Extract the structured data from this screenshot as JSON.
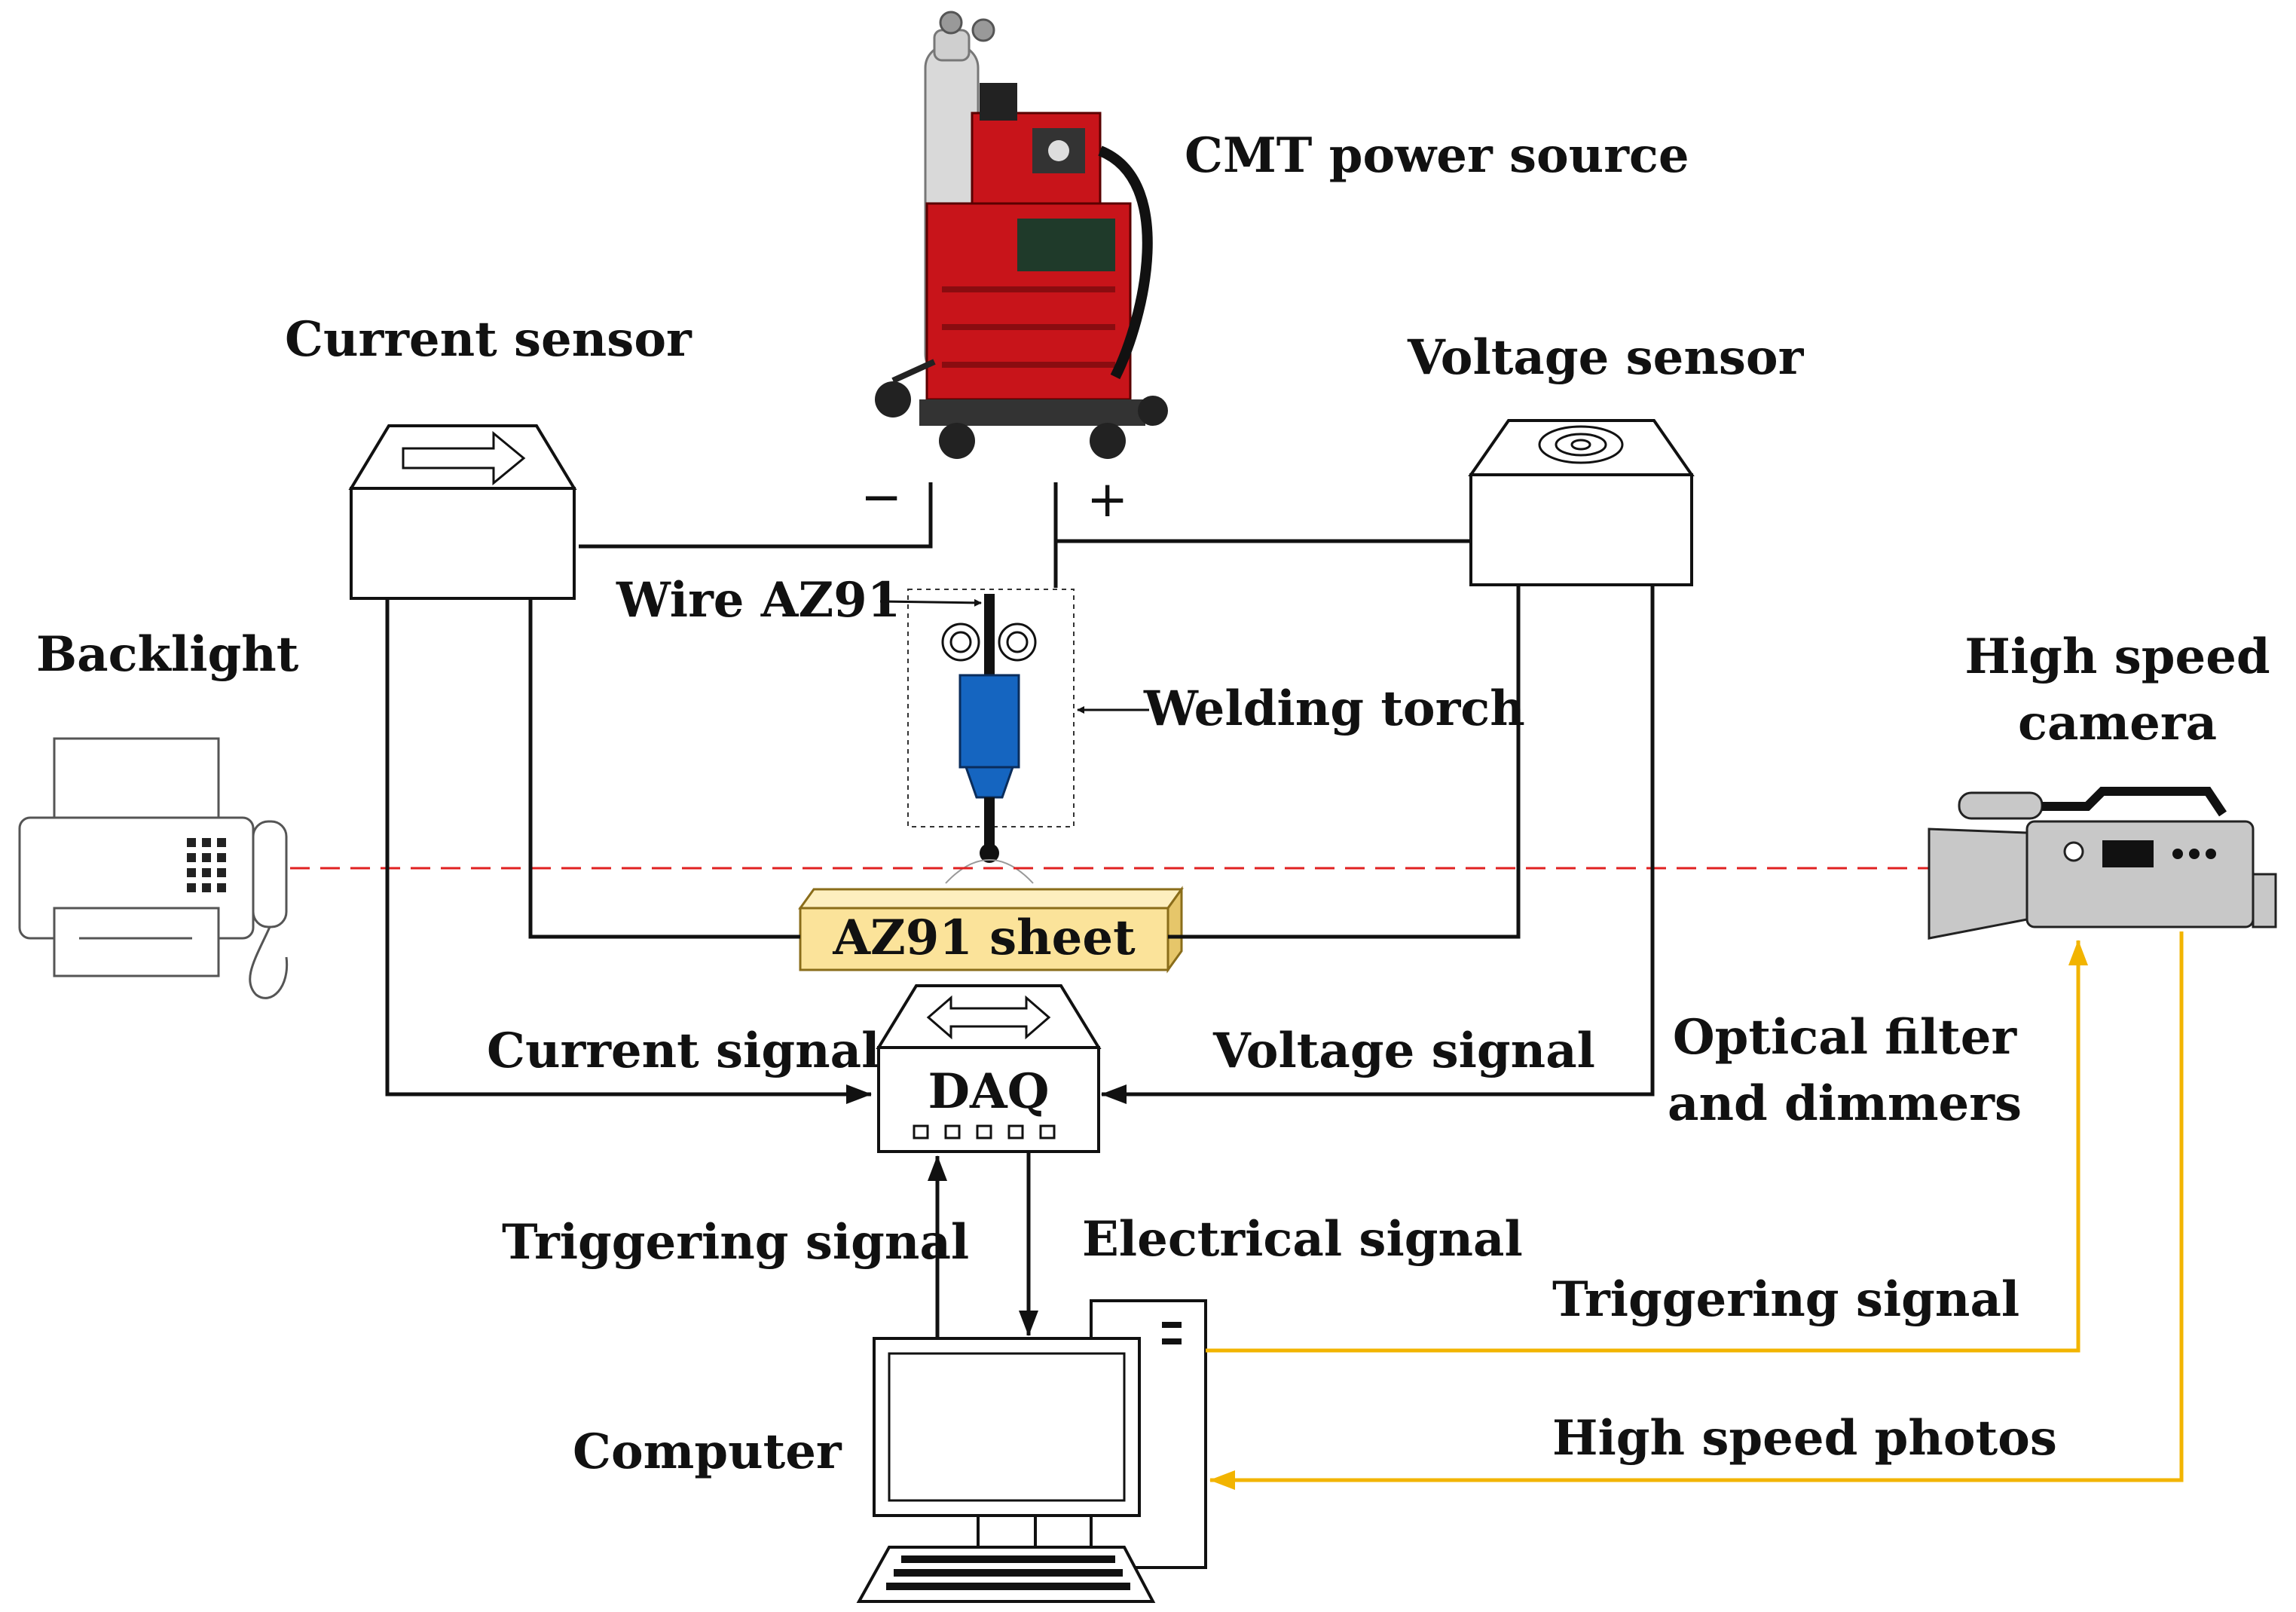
{
  "labels": {
    "cmt_power_source": "CMT power source",
    "current_sensor": "Current sensor",
    "voltage_sensor": "Voltage sensor",
    "minus": "−",
    "plus": "+",
    "wire": "Wire AZ91",
    "welding_torch": "Welding torch",
    "backlight": "Backlight",
    "camera_line1": "High speed",
    "camera_line2": "camera",
    "sheet": "AZ91 sheet",
    "current_signal": "Current signal",
    "voltage_signal": "Voltage signal",
    "daq": "DAQ",
    "filter_line1": "Optical filter",
    "filter_line2": "and dimmers",
    "triggering_signal_left": "Triggering signal",
    "electrical_signal": "Electrical signal",
    "triggering_signal_right": "Triggering signal",
    "computer": "Computer",
    "high_speed_photos": "High speed photos"
  },
  "colors": {
    "signal_line": "#111111",
    "camera_link": "#f2b400",
    "beam": "#e02020",
    "torch_body": "#1565c0",
    "sheet_fill": "#fbe39a",
    "machine_red": "#c8141a",
    "camera_body": "#c8c8c8"
  }
}
